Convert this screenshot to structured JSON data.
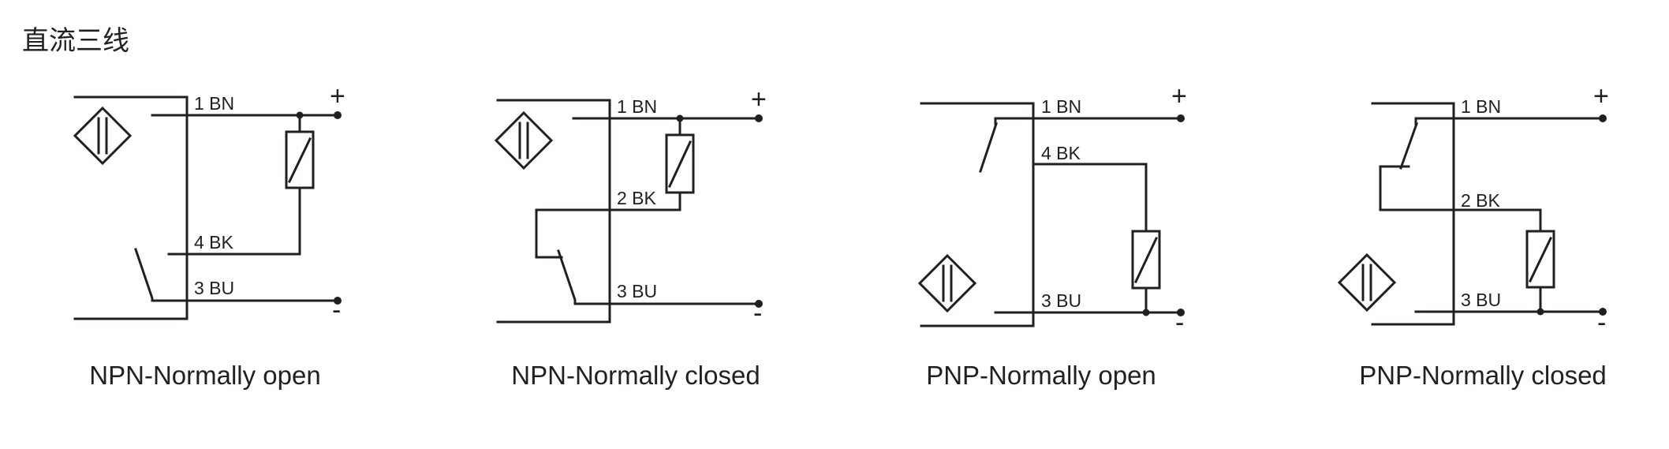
{
  "title": "直流三线",
  "colors": {
    "line": "#231f20",
    "background": "#ffffff"
  },
  "diagrams": [
    {
      "caption": "NPN-Normally open",
      "wires": [
        "1 BN",
        "4 BK",
        "3 BU"
      ],
      "plus": "+",
      "minus": "-"
    },
    {
      "caption": "NPN-Normally closed",
      "wires": [
        "1 BN",
        "2 BK",
        "3 BU"
      ],
      "plus": "+",
      "minus": "-"
    },
    {
      "caption": "PNP-Normally open",
      "wires": [
        "1 BN",
        "4 BK",
        "3 BU"
      ],
      "plus": "+",
      "minus": "-"
    },
    {
      "caption": "PNP-Normally closed",
      "wires": [
        "1 BN",
        "2 BK",
        "3 BU"
      ],
      "plus": "+",
      "minus": "-"
    }
  ]
}
